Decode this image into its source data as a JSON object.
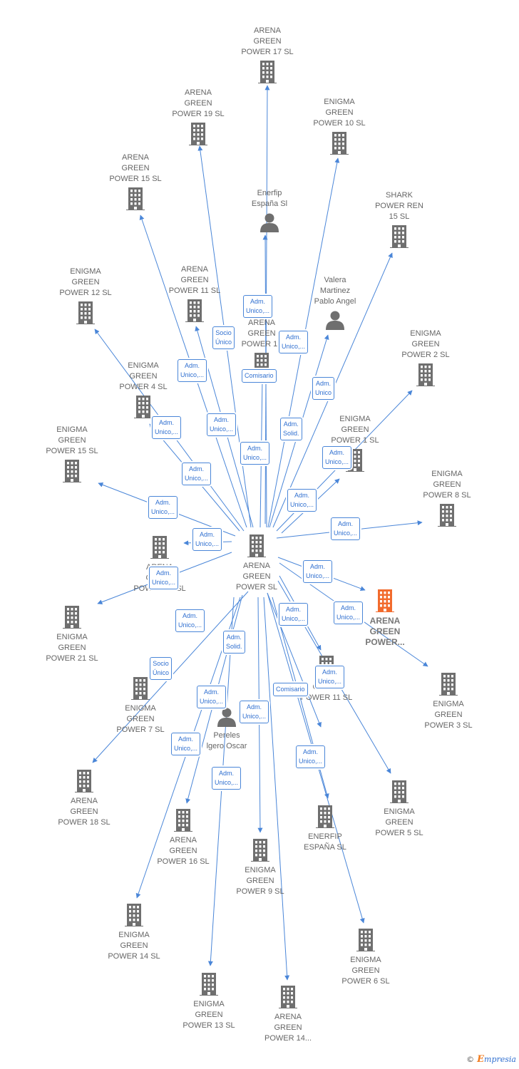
{
  "colors": {
    "edge": "#4a86d8",
    "building": "#6f6f6f",
    "highlight": "#f26b2d",
    "person": "#6f6f6f"
  },
  "nodes": [
    {
      "id": "center",
      "label": "ARENA\nGREEN\nPOWER  SL",
      "icon": "building-icon"
    },
    {
      "id": "ag17",
      "label": "ARENA\nGREEN\nPOWER 17  SL",
      "icon": "building-icon"
    },
    {
      "id": "ag19",
      "label": "ARENA\nGREEN\nPOWER 19  SL",
      "icon": "building-icon"
    },
    {
      "id": "eg10",
      "label": "ENIGMA\nGREEN\nPOWER 10  SL",
      "icon": "building-icon"
    },
    {
      "id": "ag15",
      "label": "ARENA\nGREEN\nPOWER 15  SL",
      "icon": "building-icon"
    },
    {
      "id": "enerfip-pers",
      "label": "Enerfip\nEspaña Sl",
      "icon": "person-icon"
    },
    {
      "id": "shark",
      "label": "SHARK\nPOWER REN\n15  SL",
      "icon": "building-icon"
    },
    {
      "id": "valera",
      "label": "Valera\nMartinez\nPablo Angel",
      "icon": "person-icon"
    },
    {
      "id": "eg12",
      "label": "ENIGMA\nGREEN\nPOWER 12  SL",
      "icon": "building-icon"
    },
    {
      "id": "ag11",
      "label": "ARENA\nGREEN\nPOWER 11  SL",
      "icon": "building-icon"
    },
    {
      "id": "ag12",
      "label": "ARENA\nGREEN\nPOWER 12",
      "icon": "building-icon"
    },
    {
      "id": "eg2",
      "label": "ENIGMA\nGREEN\nPOWER 2  SL",
      "icon": "building-icon"
    },
    {
      "id": "eg4",
      "label": "ENIGMA\nGREEN\nPOWER 4  SL",
      "icon": "building-icon"
    },
    {
      "id": "eg1",
      "label": "ENIGMA\nGREEN\nPOWER 1  SL",
      "icon": "building-icon"
    },
    {
      "id": "eg15",
      "label": "ENIGMA\nGREEN\nPOWER 15  SL",
      "icon": "building-icon"
    },
    {
      "id": "eg8",
      "label": "ENIGMA\nGREEN\nPOWER 8  SL",
      "icon": "building-icon"
    },
    {
      "id": "ag10",
      "label": "ARENA\nGREEN\nPOWER 10  SL",
      "icon": "building-icon"
    },
    {
      "id": "highlight",
      "label": "ARENA\nGREEN\nPOWER...",
      "icon": "building-icon"
    },
    {
      "id": "eg21",
      "label": "ENIGMA\nGREEN\nPOWER 21  SL",
      "icon": "building-icon"
    },
    {
      "id": "eg11",
      "label": "GREEN\nPOWER 11  SL",
      "icon": "building-icon"
    },
    {
      "id": "eg3",
      "label": "ENIGMA\nGREEN\nPOWER 3  SL",
      "icon": "building-icon"
    },
    {
      "id": "eg7",
      "label": "ENIGMA\nGREEN\nPOWER 7  SL",
      "icon": "building-icon"
    },
    {
      "id": "pereles",
      "label": "Pereles\nlgero Oscar",
      "icon": "person-icon"
    },
    {
      "id": "ag18",
      "label": "ARENA\nGREEN\nPOWER 18  SL",
      "icon": "building-icon"
    },
    {
      "id": "eg5",
      "label": "ENIGMA\nGREEN\nPOWER 5  SL",
      "icon": "building-icon"
    },
    {
      "id": "ag16",
      "label": "ARENA\nGREEN\nPOWER 16  SL",
      "icon": "building-icon"
    },
    {
      "id": "enerfip-sl",
      "label": "ENERFIP\nESPAÑA  SL",
      "icon": "building-icon"
    },
    {
      "id": "eg9",
      "label": "ENIGMA\nGREEN\nPOWER 9  SL",
      "icon": "building-icon"
    },
    {
      "id": "eg14",
      "label": "ENIGMA\nGREEN\nPOWER 14  SL",
      "icon": "building-icon"
    },
    {
      "id": "eg6",
      "label": "ENIGMA\nGREEN\nPOWER 6  SL",
      "icon": "building-icon"
    },
    {
      "id": "eg13",
      "label": "ENIGMA\nGREEN\nPOWER 13  SL",
      "icon": "building-icon"
    },
    {
      "id": "ag14",
      "label": "ARENA\nGREEN\nPOWER 14...",
      "icon": "building-icon"
    }
  ],
  "edge_labels": [
    "Adm.\nUnico,...",
    "Socio\nÚnico",
    "Adm.\nUnico,...",
    "Comisario",
    "Adm.\nUnico,...",
    "Adm.\nUnico",
    "Adm.\nUnico,...",
    "Adm.\nUnico,...",
    "Adm.\nSolid.",
    "Adm.\nUnico,...",
    "Adm.\nUnico,...",
    "Adm.\nUnico,...",
    "Adm.\nUnico,...",
    "Adm.\nUnico,...",
    "Adm.\nUnico,...",
    "Adm.\nUnico,...",
    "Adm.\nUnico,...",
    "Adm.\nUnico,...",
    "Adm.\nUnico,...",
    "Adm.\nUnico,...",
    "Adm.\nSolid.",
    "Socio\nÚnico",
    "Comisario",
    "Adm.\nUnico,...",
    "Adm.\nUnico,...",
    "Adm.\nUnico,...",
    "Adm.\nUnico,...",
    "Adm.\nUnico,...",
    "Adm.\nUnico,...",
    "Adm.\nUnico,..."
  ],
  "footer": {
    "copyright": "©",
    "brand_initial": "E",
    "brand_rest": "mpresia"
  }
}
